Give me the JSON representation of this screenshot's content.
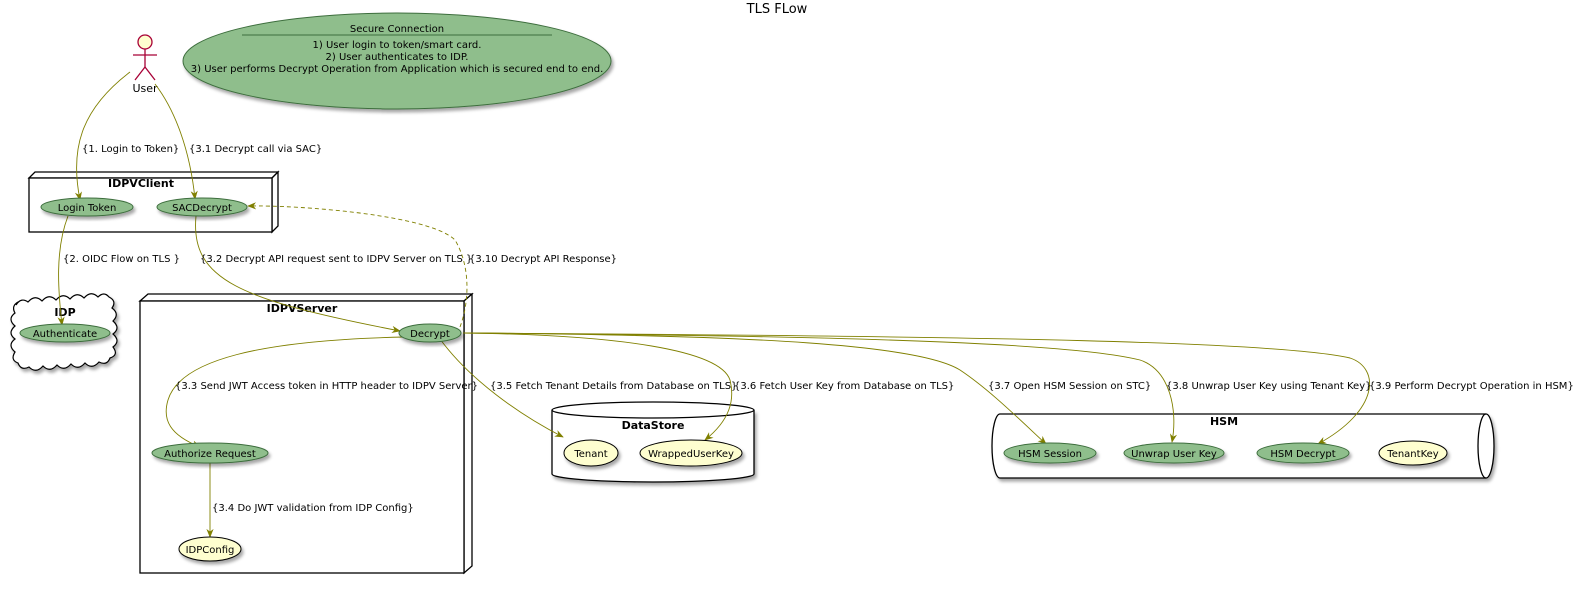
{
  "title": "TLS FLow",
  "actor": {
    "name": "User"
  },
  "note": {
    "title": "Secure Connection",
    "lines": [
      "1) User login to token/smart card.",
      "2) User authenticates to IDP.",
      "3) User performs Decrypt Operation from Application which is secured end to end."
    ]
  },
  "containers": {
    "idpvclient": "IDPVClient",
    "idp": "IDP",
    "idpvserver": "IDPVServer",
    "datastore": "DataStore",
    "hsm": "HSM"
  },
  "usecases": {
    "login_token": "Login Token",
    "sacdecrypt": "SACDecrypt",
    "authenticate": "Authenticate",
    "decrypt": "Decrypt",
    "authorize_request": "Authorize Request",
    "hsm_session": "HSM Session",
    "unwrap_user_key": "Unwrap User Key",
    "hsm_decrypt": "HSM Decrypt"
  },
  "entities": {
    "idpconfig": "IDPConfig",
    "tenant": "Tenant",
    "wrapped_user_key": "WrappedUserKey",
    "tenant_key": "TenantKey"
  },
  "edges": {
    "e1": "{1. Login to Token}",
    "e31": "{3.1 Decrypt call via SAC}",
    "e2": "{2. OIDC Flow on TLS }",
    "e32": "{3.2 Decrypt API request sent to IDPV Server on TLS }",
    "e310": "{3.10 Decrypt API Response}",
    "e33": "{3.3 Send JWT Access token in HTTP header to IDPV Server}",
    "e34": "{3.4 Do JWT validation from IDP Config}",
    "e35": "{3.5 Fetch Tenant Details from Database on TLS}",
    "e36": "{3.6 Fetch User Key from Database on TLS}",
    "e37": "{3.7 Open HSM Session on STC}",
    "e38": "{3.8 Unwrap User Key using Tenant Key}",
    "e39": "{3.9 Perform Decrypt Operation in HSM}"
  },
  "colors": {
    "usecase_fill": "#8fbe8c",
    "usecase_stroke": "#3e6e3e",
    "entity_fill": "#fefecf",
    "actor_fill": "#fefecf",
    "actor_stroke": "#a80036",
    "arrow": "#808000"
  }
}
